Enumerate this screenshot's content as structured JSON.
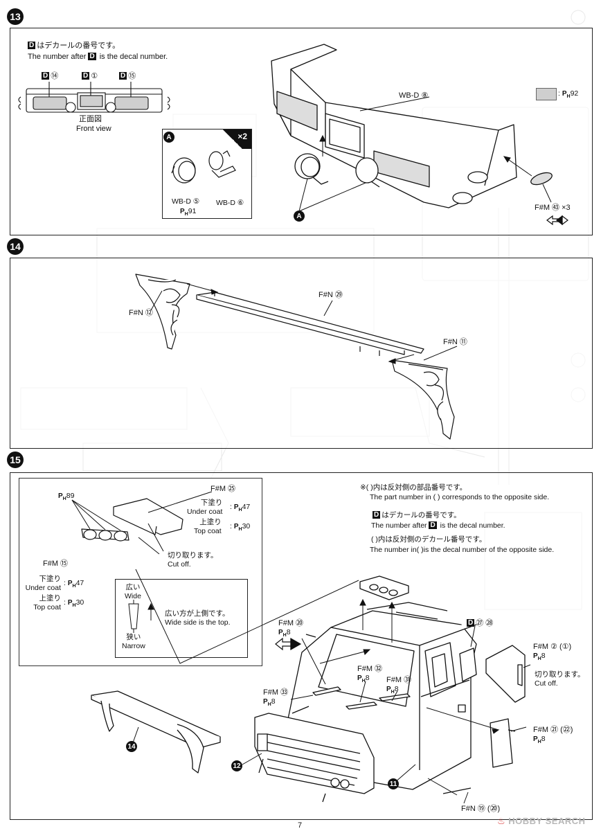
{
  "page_number": "7",
  "steps": [
    {
      "number": "13"
    },
    {
      "number": "14"
    },
    {
      "number": "15"
    }
  ],
  "step13": {
    "decal_note_jp": "はデカールの番号です。",
    "decal_note_prefix": "The number after",
    "decal_note_suffix": "is the decal number.",
    "decal_letter": "D",
    "front_view_decals": [
      "D⑭",
      "D①",
      "D⑮"
    ],
    "front_view_jp": "正面図",
    "front_view_en": "Front view",
    "inset_badge": "A",
    "inset_multiplier": "×2",
    "inset_decal_left": "WB-D ⑤",
    "inset_paint_left": "91",
    "inset_decal_right": "WB-D ⑥",
    "main_decal": "WB-D ⑧",
    "paint_swatch_label": "92",
    "marker_label": "F#M ㊸ ×3",
    "callout_badge": "A"
  },
  "step14": {
    "left_bracket": "F#N ⑫",
    "plate": "F#N ㉙",
    "right_bracket": "F#N ⑪"
  },
  "step15": {
    "visor_part": "F#M ㉕",
    "under_coat_jp": "下塗り",
    "under_coat_en": "Under coat",
    "under_coat_paint": "47",
    "top_coat_jp": "上塗り",
    "top_coat_en": "Top coat",
    "top_coat_paint": "30",
    "cut_off_jp": "切り取ります。",
    "cut_off_en": "Cut off.",
    "lights_paint": "89",
    "lights_part": "F#M ⑮",
    "wide_jp": "広い",
    "wide_en": "Wide",
    "narrow_jp": "狭い",
    "narrow_en": "Narrow",
    "wide_top_jp": "広い方が上側です。",
    "wide_top_en": "Wide side is the top.",
    "note1_jp": "※(  )内は反対側の部品番号です。",
    "note1_en": "The part number in (   ) corresponds to the opposite side.",
    "note2_jp": "はデカールの番号です。",
    "note2_prefix": "The number after",
    "note2_suffix": "is the decal number.",
    "note3_jp": "(  )内は反対側のデカール番号です。",
    "note3_en": "The number in(   )is the decal number of the opposite side.",
    "decal_callout": "㉗ ㉘",
    "parts": [
      {
        "label": "F#M ⑳",
        "paint": "8"
      },
      {
        "label": "F#M ㉜",
        "paint": "8"
      },
      {
        "label": "F#M ㉛",
        "paint": "8"
      },
      {
        "label": "F#M ㉝",
        "paint": "8"
      },
      {
        "label": "F#M ② (①)",
        "paint": "8"
      },
      {
        "label": "F#M ㉑ (㉒)",
        "paint": "8"
      },
      {
        "label": "F#N ⑲ (⑳)",
        "paint": ""
      }
    ],
    "mirror_cut_jp": "切り取ります。",
    "mirror_cut_en": "Cut off.",
    "ref14": "14",
    "ref12": "12",
    "ref11": "11"
  },
  "watermark": {
    "brand": "HOBBY SEARCH"
  }
}
